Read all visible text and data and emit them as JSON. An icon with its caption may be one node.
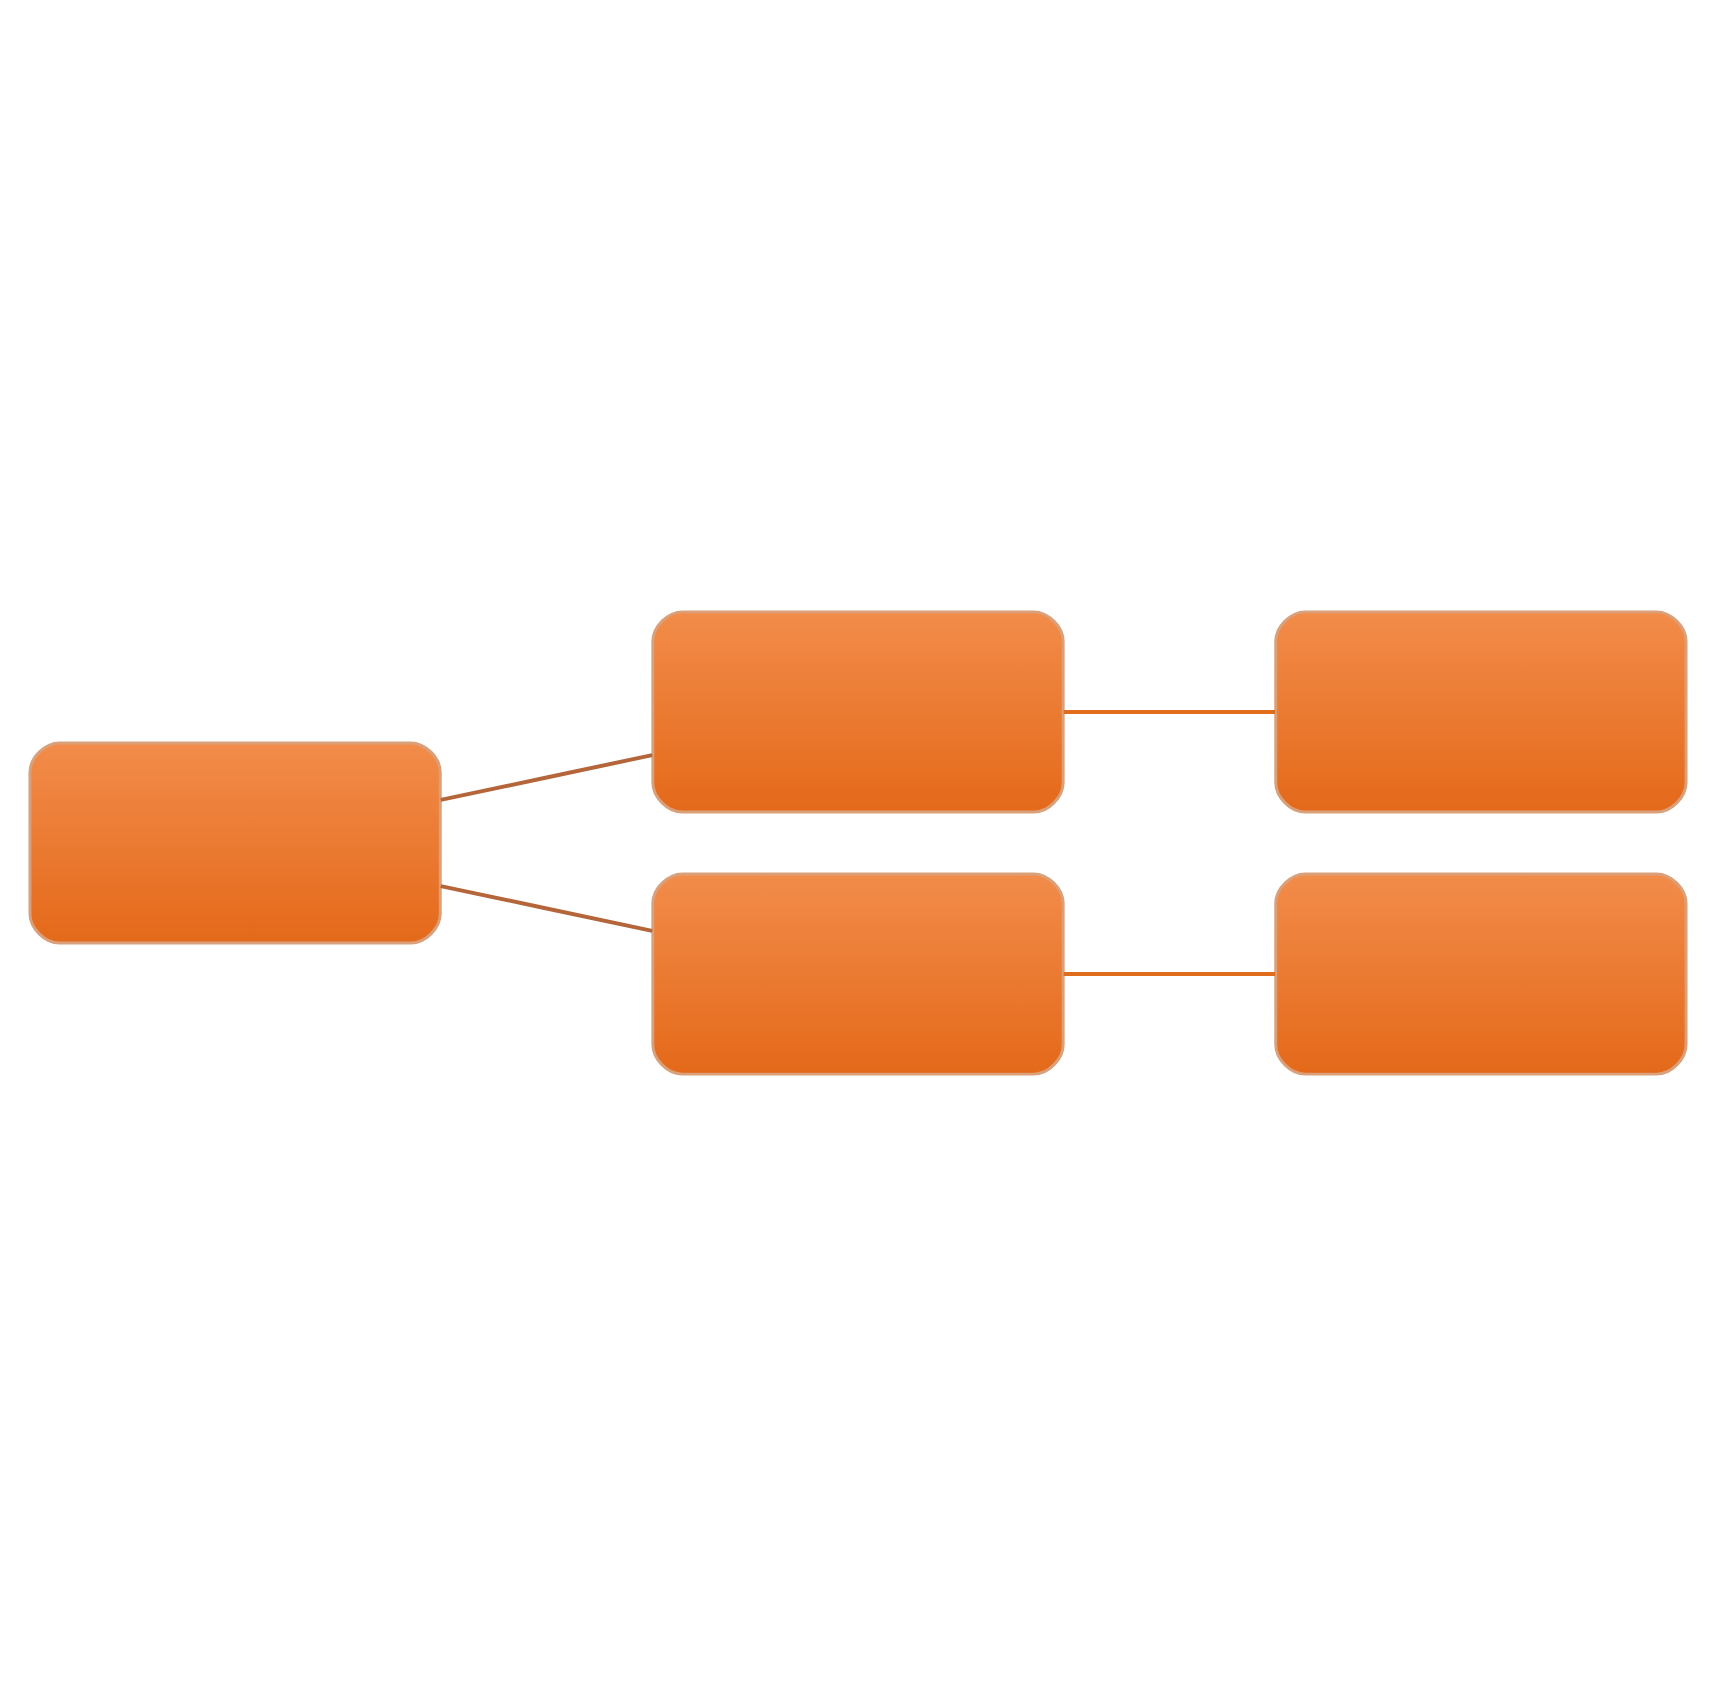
{
  "diagram": {
    "nodes": [
      {
        "text": [],
        "shape": "box"
      },
      {
        "text": [],
        "shape": "box"
      },
      {
        "text": [],
        "shape": "box"
      },
      {
        "text": [],
        "shape": "box"
      },
      {
        "text": [],
        "shape": "box"
      }
    ],
    "edges": [
      {
        "from": 0,
        "to": 1,
        "arrow": "none",
        "color": "#b5653a"
      },
      {
        "from": 0,
        "to": 2,
        "arrow": "none",
        "color": "#b5653a"
      },
      {
        "from": 1,
        "to": 3,
        "arrow": "none",
        "color": "#e06c1e"
      },
      {
        "from": 2,
        "to": 4,
        "arrow": "none",
        "color": "#e06c1e"
      }
    ]
  }
}
